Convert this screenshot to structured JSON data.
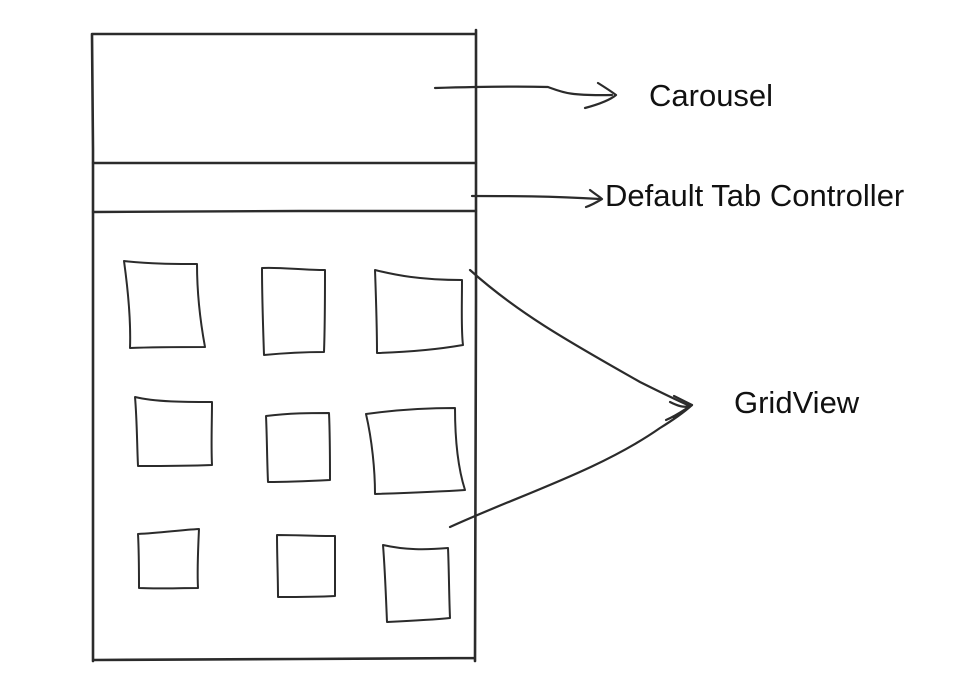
{
  "labels": {
    "carousel": "Carousel",
    "tab_controller": "Default Tab Controller",
    "grid_view": "GridView"
  },
  "grid": {
    "rows": 3,
    "columns": 3
  },
  "colors": {
    "ink": "#2b2b2b",
    "background": "#ffffff"
  }
}
